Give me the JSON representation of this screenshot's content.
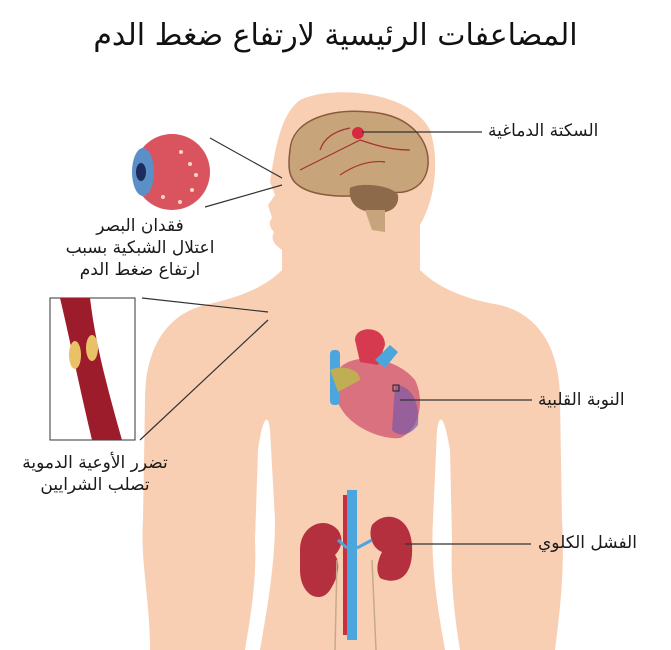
{
  "title": "المضاعفات الرئيسية لارتفاع ضغط الدم",
  "labels": {
    "stroke": "السكتة الدماغية",
    "vision_line1": "فقدان البصر",
    "vision_line2": "اعتلال الشبكية بسبب",
    "vision_line3": "ارتفاع ضغط الدم",
    "heart_attack": "النوبة القلبية",
    "vessels_line1": "تضرر الأوعية الدموية",
    "vessels_line2": "تصلب الشرايين",
    "kidney_failure": "الفشل الكلوي"
  },
  "organs": [
    "brain",
    "eye",
    "artery",
    "heart",
    "kidneys"
  ],
  "colors": {
    "skin": "#f9cfb4",
    "brain": "#c8a47a",
    "artery": "#9c1c2c",
    "plaque": "#e9c267",
    "heart": "#d9717e",
    "kidney": "#b5303e",
    "vein": "#4aa6dd",
    "leader_line": "#333333"
  }
}
